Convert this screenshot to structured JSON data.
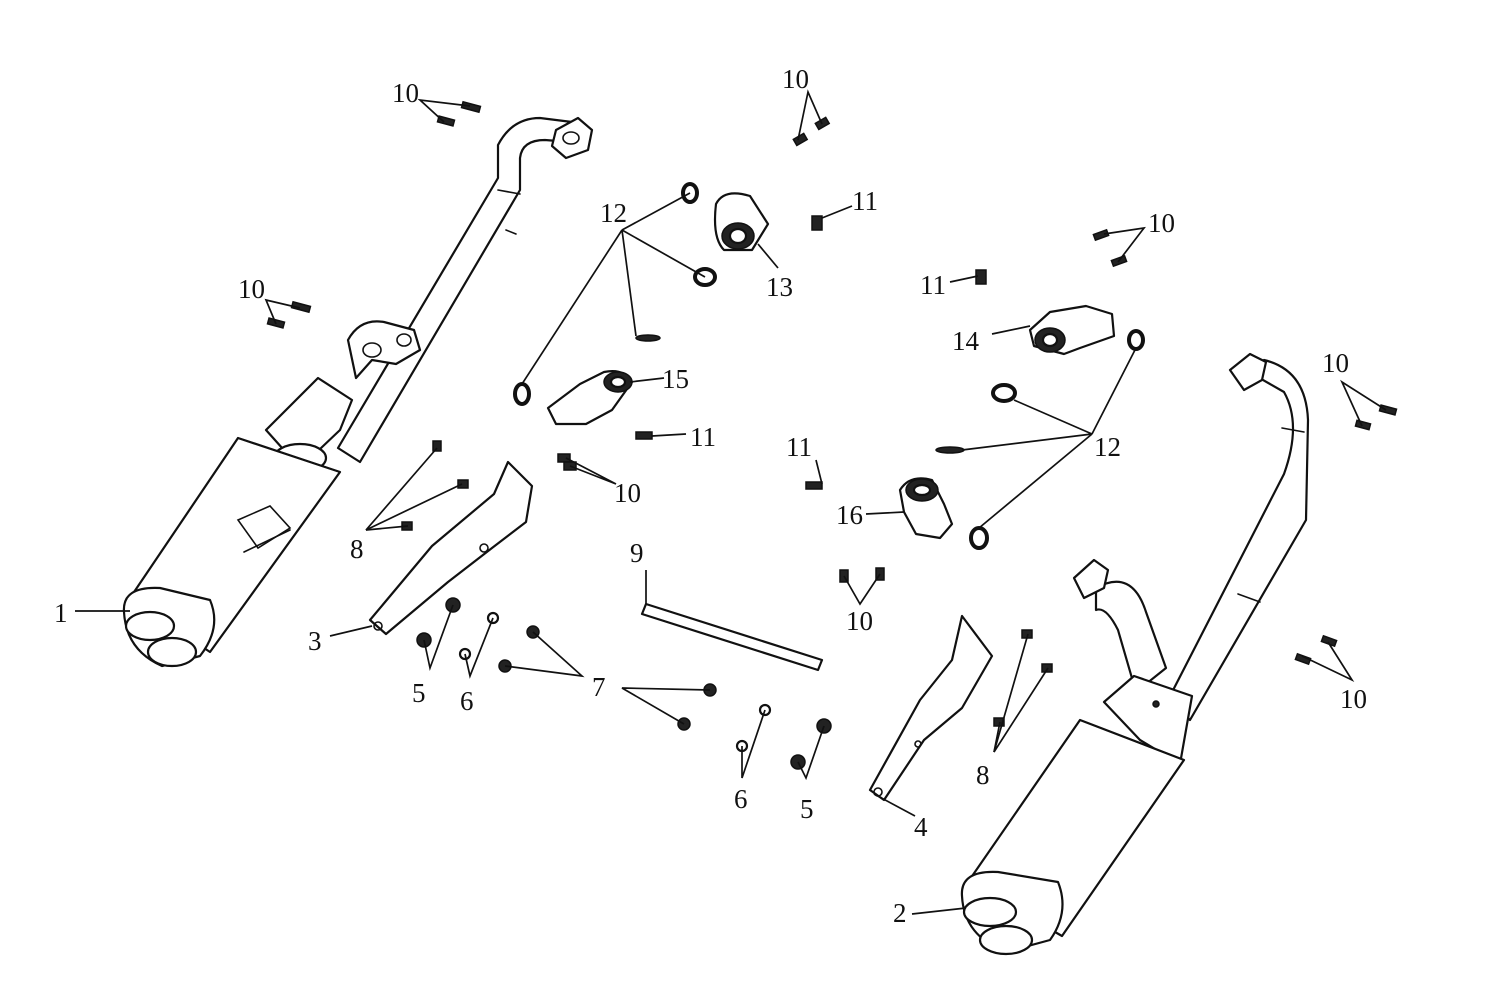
{
  "callouts": [
    {
      "id": "c1",
      "text": "1"
    },
    {
      "id": "c2",
      "text": "2"
    },
    {
      "id": "c3",
      "text": "3"
    },
    {
      "id": "c4",
      "text": "4"
    },
    {
      "id": "c5a",
      "text": "5"
    },
    {
      "id": "c5b",
      "text": "5"
    },
    {
      "id": "c6a",
      "text": "6"
    },
    {
      "id": "c6b",
      "text": "6"
    },
    {
      "id": "c7",
      "text": "7"
    },
    {
      "id": "c8a",
      "text": "8"
    },
    {
      "id": "c8b",
      "text": "8"
    },
    {
      "id": "c9",
      "text": "9"
    },
    {
      "id": "c10a",
      "text": "10"
    },
    {
      "id": "c10b",
      "text": "10"
    },
    {
      "id": "c10c",
      "text": "10"
    },
    {
      "id": "c10d",
      "text": "10"
    },
    {
      "id": "c10e",
      "text": "10"
    },
    {
      "id": "c10f",
      "text": "10"
    },
    {
      "id": "c10g",
      "text": "10"
    },
    {
      "id": "c10h",
      "text": "10"
    },
    {
      "id": "c11a",
      "text": "11"
    },
    {
      "id": "c11b",
      "text": "11"
    },
    {
      "id": "c11c",
      "text": "11"
    },
    {
      "id": "c11d",
      "text": "11"
    },
    {
      "id": "c12a",
      "text": "12"
    },
    {
      "id": "c12b",
      "text": "12"
    },
    {
      "id": "c13",
      "text": "13"
    },
    {
      "id": "c14",
      "text": "14"
    },
    {
      "id": "c15",
      "text": "15"
    },
    {
      "id": "c16",
      "text": "16"
    }
  ]
}
